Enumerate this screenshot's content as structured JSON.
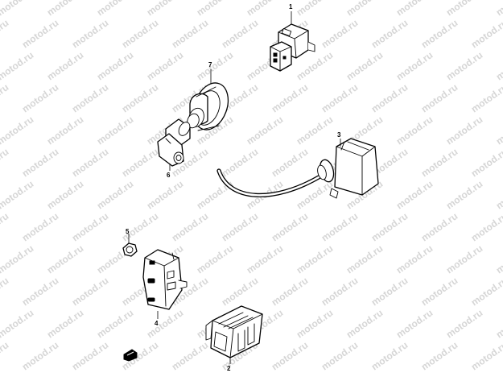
{
  "watermark": {
    "text": "motod.ru",
    "color": "#d6d6d6"
  },
  "callouts": [
    {
      "id": "callout-1",
      "number": "1"
    },
    {
      "id": "callout-2",
      "number": "2"
    },
    {
      "id": "callout-3",
      "number": "3"
    },
    {
      "id": "callout-4",
      "number": "4"
    },
    {
      "id": "callout-5",
      "number": "5"
    },
    {
      "id": "callout-6",
      "number": "6"
    },
    {
      "id": "callout-7",
      "number": "7"
    }
  ]
}
